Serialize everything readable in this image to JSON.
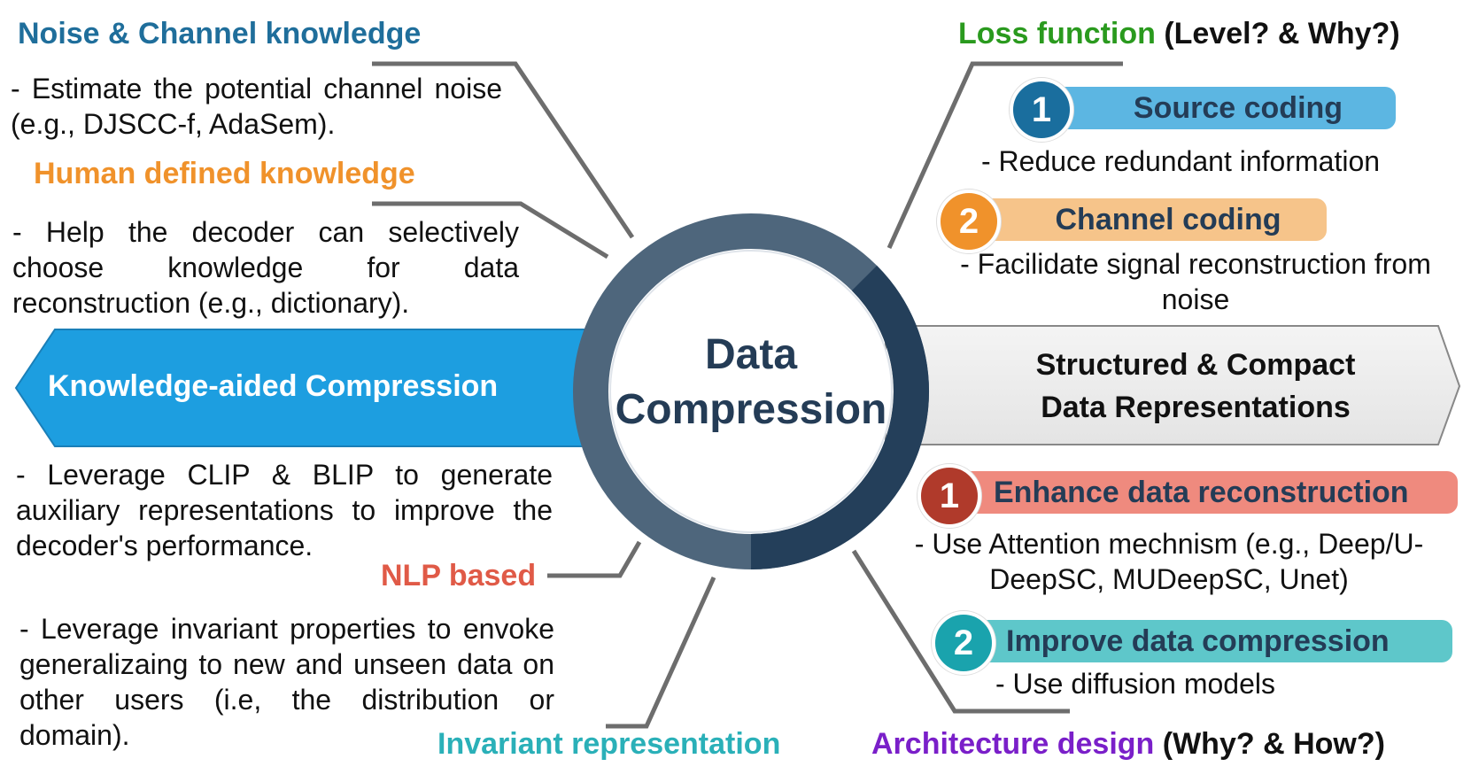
{
  "center": {
    "line1": "Data",
    "line2": "Compression"
  },
  "left": {
    "noise_channel": {
      "title": "Noise & Channel knowledge",
      "desc": "- Estimate the potential channel noise (e.g., DJSCC-f, AdaSem)."
    },
    "human_defined": {
      "title": "Human defined knowledge",
      "desc": "- Help the decoder can selectively choose knowledge for data reconstruction (e.g., dictionary)."
    },
    "arrow_label": "Knowledge-aided Compression",
    "clip_desc": "- Leverage CLIP & BLIP to generate auxiliary representations to improve the decoder's performance.",
    "nlp": {
      "title": "NLP based"
    },
    "invariant": {
      "desc": "- Leverage invariant properties to envoke generalizaing to new and unseen data on other users (i.e, the distribution or domain).",
      "title": "Invariant representation"
    }
  },
  "right": {
    "loss": {
      "title_colored": "Loss function",
      "title_rest": " (Level? & Why?)"
    },
    "source_coding": {
      "num": "1",
      "label": "Source coding",
      "desc": "- Reduce redundant information"
    },
    "channel_coding": {
      "num": "2",
      "label": "Channel coding",
      "desc": "- Facilidate signal reconstruction from noise"
    },
    "arrow_label_1": "Structured & Compact",
    "arrow_label_2": "Data Representations",
    "enhance": {
      "num": "1",
      "label": "Enhance data reconstruction",
      "desc": "- Use Attention mechnism (e.g., Deep/U-DeepSC, MUDeepSC, Unet)"
    },
    "improve": {
      "num": "2",
      "label": "Improve data compression",
      "desc": "- Use diffusion models"
    },
    "arch": {
      "title_colored": "Architecture design",
      "title_rest": " (Why? & How?)"
    }
  },
  "colors": {
    "noise_title": "#1f6e9b",
    "human_title": "#f0922b",
    "nlp_title": "#e05a47",
    "invariant_title": "#2ab0b8",
    "loss_title": "#2a9a1e",
    "arch_title": "#7a1fc9",
    "left_arrow": "#1d9ee0",
    "ring_dark": "#243f5a",
    "ring_light": "#4e667c",
    "blue_num": "#1a6e9e",
    "blue_pill": "#5cb6e2",
    "orange_num": "#f0922b",
    "orange_pill": "#f6c48a",
    "red_num": "#b03a2b",
    "red_pill": "#ef8a7e",
    "teal_num": "#1aa3ad",
    "teal_pill": "#5ec7ca"
  }
}
